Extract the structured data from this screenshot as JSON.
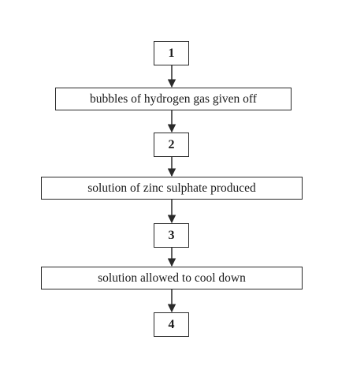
{
  "diagram": {
    "steps": [
      {
        "label": "1"
      },
      {
        "label": "bubbles of hydrogen gas given off"
      },
      {
        "label": "2"
      },
      {
        "label": "solution of zinc sulphate produced"
      },
      {
        "label": "3"
      },
      {
        "label": "solution allowed to cool down"
      },
      {
        "label": "4"
      }
    ],
    "colors": {
      "line": "#2a2a2a",
      "text": "#1a1a1a",
      "background": "#ffffff"
    }
  }
}
